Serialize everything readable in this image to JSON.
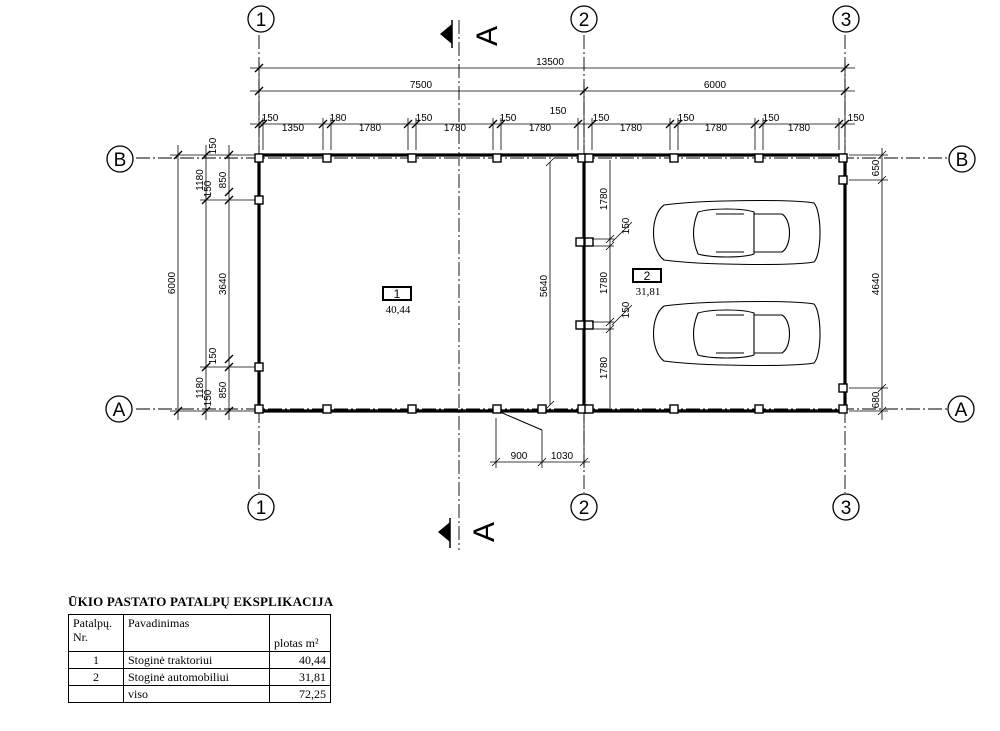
{
  "axes": {
    "vertical": [
      "1",
      "2",
      "3"
    ],
    "horizontal": [
      "B",
      "A"
    ]
  },
  "section_mark": "A",
  "dimensions": {
    "total_width": "13500",
    "bay_1": "7500",
    "bay_2": "6000",
    "top_chain": [
      "150",
      "1350",
      "180",
      "1780",
      "150",
      "1780",
      "150",
      "1780",
      "150",
      "150",
      "1780",
      "150",
      "1780",
      "150",
      "1780",
      "150"
    ],
    "left_overall": "6000",
    "left_chain": [
      "150",
      "1180",
      "150",
      "850",
      "3640",
      "150",
      "1180",
      "150",
      "850"
    ],
    "interior_height": "5640",
    "right_inner_chain": [
      "1780",
      "150",
      "1780",
      "150",
      "1780"
    ],
    "right_outer_chain": [
      "650",
      "4640",
      "680"
    ],
    "door": [
      "900",
      "1030"
    ]
  },
  "rooms": [
    {
      "number": "1",
      "area": "40,44"
    },
    {
      "number": "2",
      "area": "31,81"
    }
  ],
  "explication": {
    "title": "ŪKIO PASTATO PATALPŲ EKSPLIKACIJA",
    "headers": {
      "nr": "Patalpų. Nr.",
      "name": "Pavadinimas",
      "area": "plotas m²"
    },
    "rows": [
      {
        "nr": "1",
        "name": "Stoginė traktoriui",
        "area": "40,44"
      },
      {
        "nr": "2",
        "name": "Stoginė automobiliui",
        "area": "31,81"
      },
      {
        "nr": "",
        "name": "viso",
        "area": "72,25"
      }
    ]
  }
}
